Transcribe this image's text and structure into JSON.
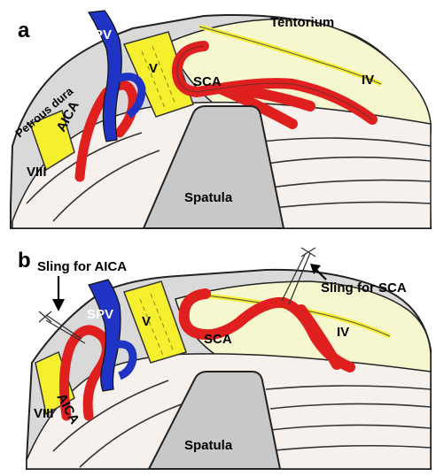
{
  "panel_a": {
    "letter": "a",
    "labels": {
      "tentorium": "Tentorium",
      "spv": "SPV",
      "petrous_dura": "Petrous dura",
      "v": "V",
      "sca": "SCA",
      "iv": "IV",
      "aica": "AICA",
      "viii": "VIII",
      "spatula": "Spatula"
    }
  },
  "panel_b": {
    "letter": "b",
    "labels": {
      "sling_aica": "Sling for AICA",
      "sling_sca": "Sling for SCA",
      "spv": "SPV",
      "v": "V",
      "sca": "SCA",
      "iv": "IV",
      "aica": "AICA",
      "viii": "VIII",
      "spatula": "Spatula"
    }
  },
  "colors": {
    "artery": "#e01f1f",
    "vein": "#1f33c4",
    "nerve": "#f5ef2e",
    "tentorium": "#f7f7cf",
    "dura": "#d8d8d8",
    "cerebellum": "#f7f1ee",
    "spatula": "#c8c8c8"
  }
}
